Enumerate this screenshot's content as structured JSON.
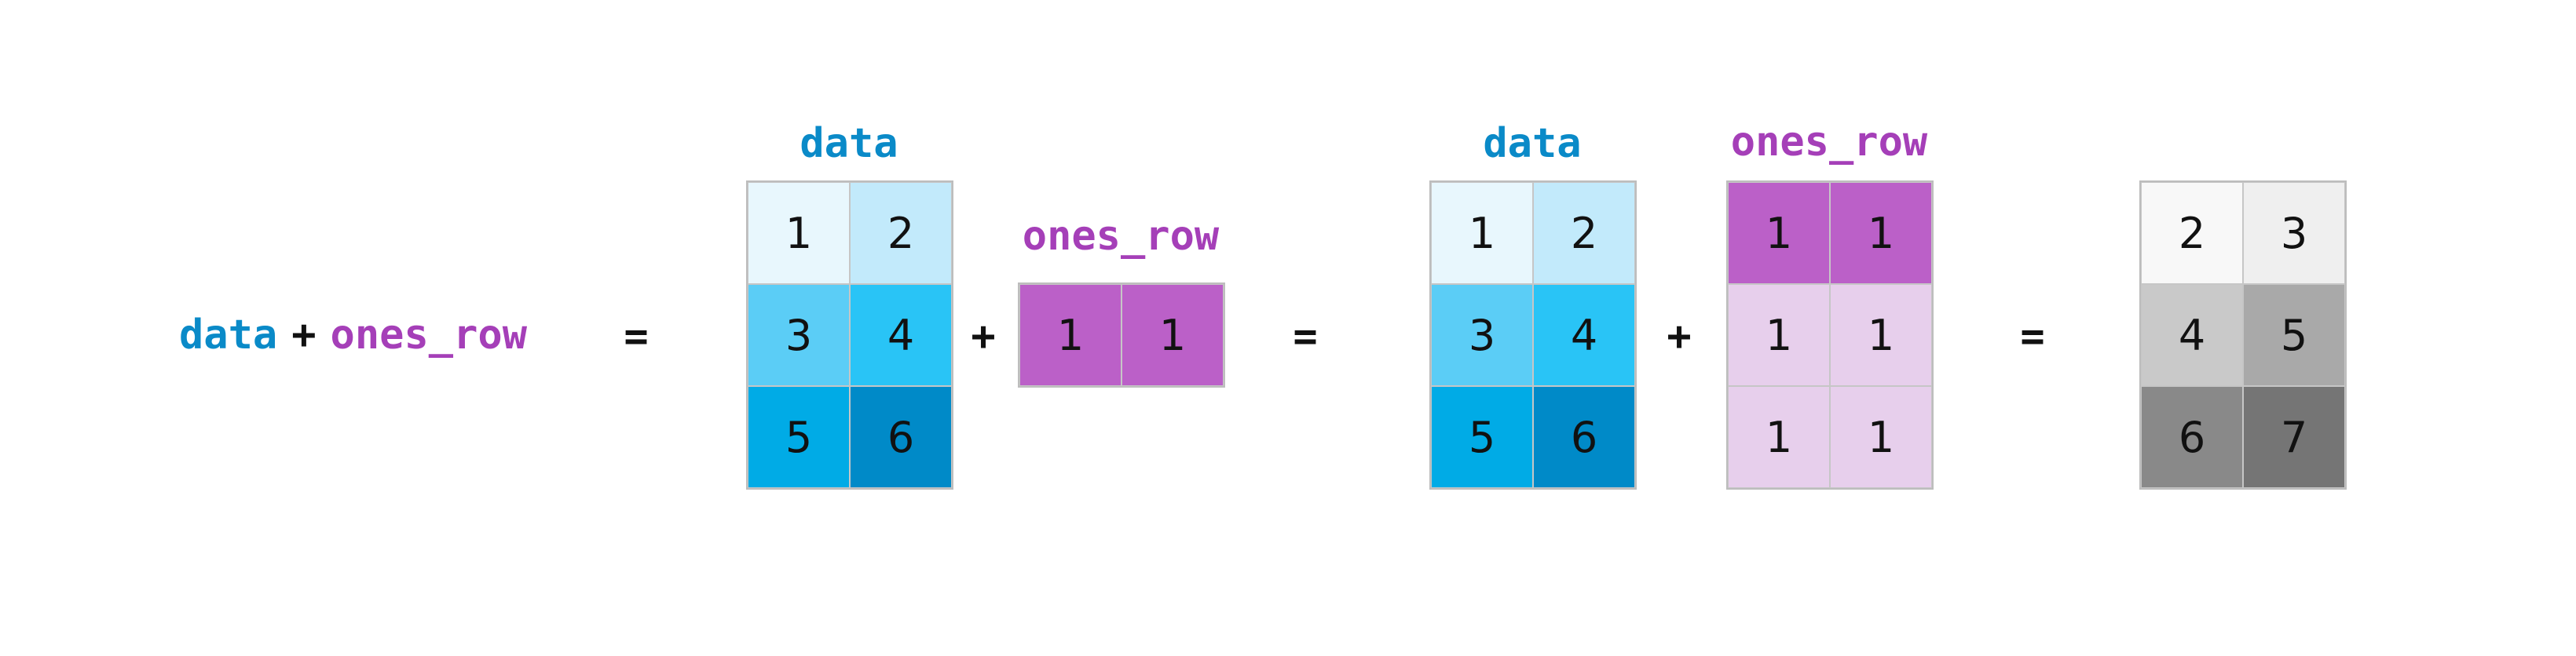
{
  "expression": {
    "left": "data",
    "operator": "+",
    "right": "ones_row",
    "equals": "="
  },
  "operators": {
    "plus1": "+",
    "eq1": "=",
    "plus2": "+",
    "eq2": "=",
    "eq0": "="
  },
  "panel1": {
    "data_label": "data",
    "data_cells": [
      "1",
      "2",
      "3",
      "4",
      "5",
      "6"
    ],
    "ones_label": "ones_row",
    "ones_cells": [
      "1",
      "1"
    ]
  },
  "panel2": {
    "data_label": "data",
    "data_cells": [
      "1",
      "2",
      "3",
      "4",
      "5",
      "6"
    ],
    "ones_label": "ones_row",
    "ones_cells": [
      "1",
      "1",
      "1",
      "1",
      "1",
      "1"
    ]
  },
  "result": {
    "cells": [
      "2",
      "3",
      "4",
      "5",
      "6",
      "7"
    ]
  },
  "colors": {
    "data_label": "#0a8ac8",
    "ones_label": "#a53fb8",
    "data_cells": [
      "#e8f7fd",
      "#c2eafb",
      "#5bcdf6",
      "#29c4f6",
      "#00abe6",
      "#008ac8"
    ],
    "ones_strong": "#bb60c8",
    "ones_light": "#e7cfec",
    "result_cells": [
      "#f8f8f8",
      "#efefef",
      "#c9c9c9",
      "#a9a9a9",
      "#898989",
      "#757575"
    ]
  }
}
